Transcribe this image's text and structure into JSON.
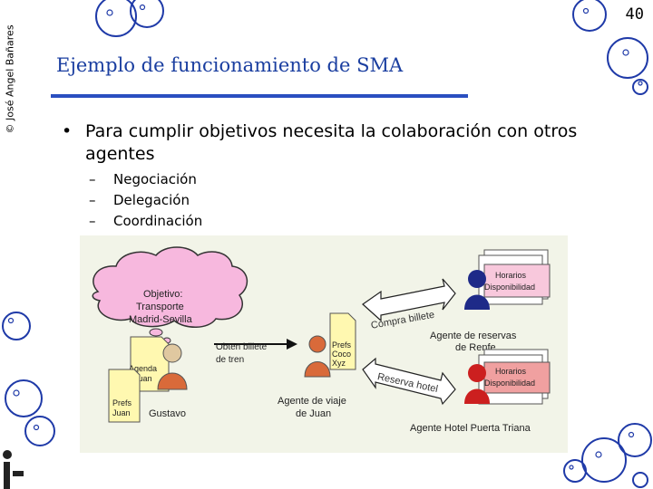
{
  "slide": {
    "copyright": "© José Angel Bañares",
    "page_number": "40",
    "title": "Ejemplo de funcionamiento de SMA",
    "bullet_marker": "•",
    "bullet": "Para cumplir objetivos necesita la colaboración con otros agentes",
    "sub_marker": "–",
    "sub_items": [
      "Negociación",
      "Delegación",
      "Coordinación"
    ],
    "accent_color": "#1a3ea0"
  },
  "diagram": {
    "cloud_lines": [
      "Objetivo:",
      "Transporte",
      "Madrid-Sevilla"
    ],
    "agenda_lines": [
      "Agenda",
      "Juan"
    ],
    "prefs_juan_lines": [
      "Prefs",
      "Juan"
    ],
    "gustavo": "Gustavo",
    "obten_lines": [
      "Obten billete",
      "de tren"
    ],
    "prefs_coco_lines": [
      "Prefs",
      "Coco",
      "Xyz"
    ],
    "agente_viaje_lines": [
      "Agente de viaje",
      "de Juan"
    ],
    "compra_billete": "Compra billete",
    "reserva_hotel": "Reserva hotel",
    "horarios_top_lines": [
      "Horarios",
      "Disponibilidad"
    ],
    "agente_renfe_lines": [
      "Agente de reservas",
      "de Renfe"
    ],
    "horarios_bottom_lines": [
      "Horarios",
      "Disponibilidad"
    ],
    "agente_hotel": "Agente Hotel Puerta Triana",
    "colors": {
      "cloud": "#f7b8de",
      "note": "#fff8b0",
      "person_yellow": "#e0c8a0",
      "person_orange": "#d96a3a",
      "person_blue": "#1e2a88",
      "person_red": "#cc1f1f",
      "card_top": "#f8c8dc",
      "card_bottom": "#f0a0a0"
    }
  }
}
